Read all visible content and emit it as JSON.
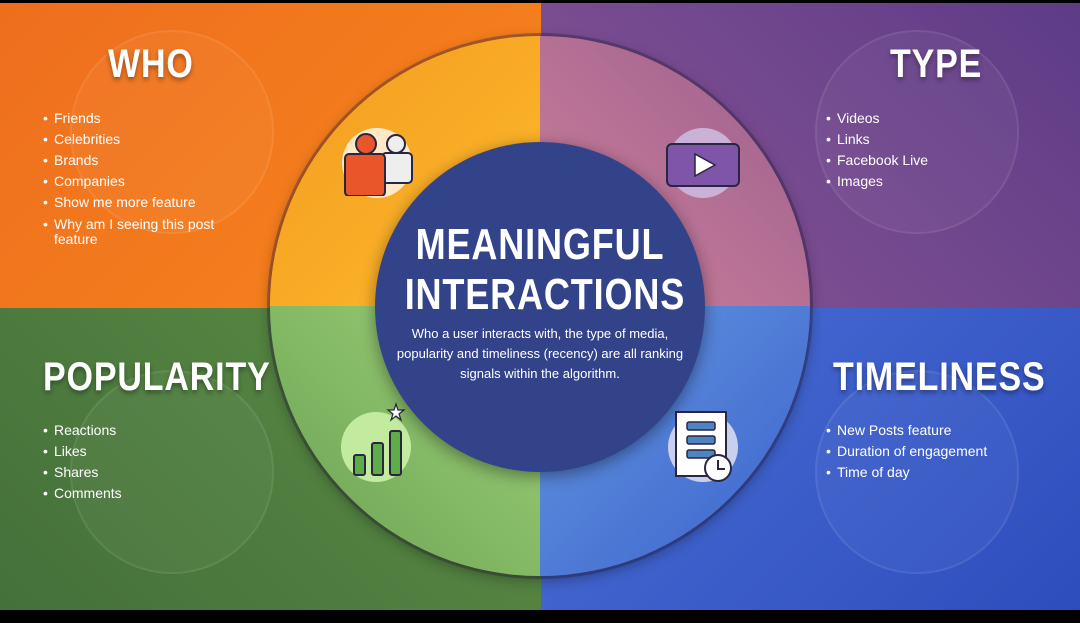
{
  "center": {
    "title_line1": "MEANINGFUL",
    "title_line2": "INTERACTIONS",
    "description": "Who a user interacts with, the type of media, popularity and timeliness (recency) are all ranking signals within the algorithm."
  },
  "quadrants": {
    "who": {
      "heading": "WHO",
      "items": [
        "Friends",
        "Celebrities",
        "Brands",
        "Companies",
        "Show me more feature",
        "Why am I seeing this post feature"
      ],
      "icon": "people-icon"
    },
    "type": {
      "heading": "TYPE",
      "items": [
        "Videos",
        "Links",
        "Facebook Live",
        "Images"
      ],
      "icon": "video-play-icon"
    },
    "popularity": {
      "heading": "POPULARITY",
      "items": [
        "Reactions",
        "Likes",
        "Shares",
        "Comments"
      ],
      "icon": "bar-chart-star-icon"
    },
    "timeliness": {
      "heading": "TIMELINESS",
      "items": [
        "New Posts feature",
        "Duration of engagement",
        "Time of day"
      ],
      "icon": "document-clock-icon"
    }
  },
  "colors": {
    "who": "#f47a1f",
    "type": "#7b4f8f",
    "popularity": "#4f7d3f",
    "timeliness": "#3a5fc8",
    "center": "#33438a"
  }
}
